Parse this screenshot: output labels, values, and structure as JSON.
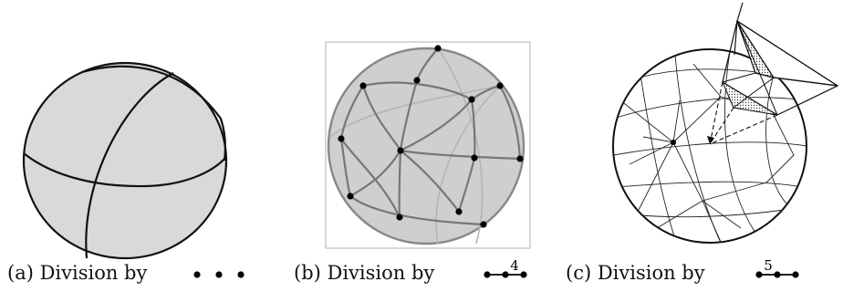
{
  "panels": [
    {
      "id": "a",
      "caption": "(a) Division by",
      "diagram_label": ""
    },
    {
      "id": "b",
      "caption": "(b) Division by",
      "diagram_label": "4"
    },
    {
      "id": "c",
      "caption": "(c) Division by",
      "diagram_label": "5"
    }
  ],
  "colors": {
    "sphere_fill_a": "#d9d9d9",
    "sphere_fill_b": "#cfcfcf",
    "line_dark": "#111111",
    "line_grey": "#888888",
    "frame": "#bdbdbd"
  }
}
